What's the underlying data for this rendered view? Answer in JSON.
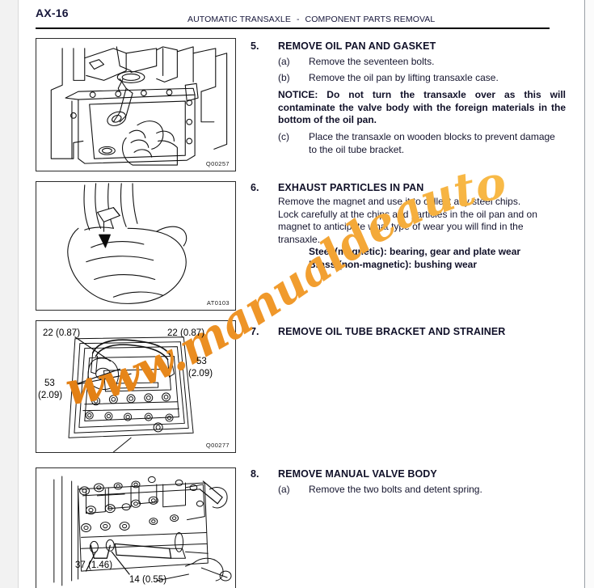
{
  "header": {
    "page_number": "AX-16",
    "title_left": "AUTOMATIC TRANSAXLE",
    "title_sep": "-",
    "title_right": "COMPONENT PARTS REMOVAL"
  },
  "watermark": {
    "text": "www.manualdeautos.com",
    "color_start": "#E07B10",
    "color_end": "#F7B733"
  },
  "figures": [
    {
      "id": "Q00257",
      "caption_id": "Q00257",
      "description": "Technician hand using a tool to separate the oil pan from the transaxle case"
    },
    {
      "id": "AT0103",
      "caption_id": "AT0103",
      "description": "Open hand holding a magnet with collected steel chips"
    },
    {
      "id": "Q00277",
      "caption_id": "Q00277",
      "description": "Oil tube bracket and strainer inside the valve body with bolt length callouts",
      "callouts": [
        "22 (0.87)",
        "22 (0.87)",
        "53\n(2.09)",
        "53\n(2.09)"
      ]
    },
    {
      "id": "",
      "caption_id": "",
      "description": "Manual valve body with detent spring and bolt length callouts",
      "callouts": [
        "37 (1.46)",
        "14 (0.55)"
      ]
    }
  ],
  "callouts": {
    "fig3_top_left": "22 (0.87)",
    "fig3_top_right": "22 (0.87)",
    "fig3_right_l1": "53",
    "fig3_right_l2": "(2.09)",
    "fig3_left_l1": "53",
    "fig3_left_l2": "(2.09)",
    "fig4_left": "37 (1.46)",
    "fig4_right": "14 (0.55)"
  },
  "steps": [
    {
      "number": "5.",
      "title": "REMOVE OIL PAN AND GASKET",
      "items": [
        {
          "label": "(a)",
          "text": "Remove the seventeen bolts."
        },
        {
          "label": "(b)",
          "text": "Remove the oil pan by lifting transaxle case."
        }
      ],
      "notice": "NOTICE: Do not turn the transaxle over as this will contaminate the valve body with the foreign materials in the bottom of the oil pan.",
      "items_after": [
        {
          "label": "(c)",
          "text": "Place the transaxle on wooden blocks to prevent damage to the oil tube bracket."
        }
      ]
    },
    {
      "number": "6.",
      "title": "EXHAUST PARTICLES IN PAN",
      "paragraph1": "Remove the magnet and use it to collect any steel chips.",
      "paragraph2": "Lock carefully at the chips and particles in the oil pan and on magnet to anticipate what type of wear you will find in the transaxle.",
      "wear1": "Steel (magnetic): bearing, gear and plate wear",
      "wear2": "Brass (non-magnetic): bushing wear"
    },
    {
      "number": "7.",
      "title": "REMOVE OIL TUBE BRACKET AND STRAINER"
    },
    {
      "number": "8.",
      "title": "REMOVE MANUAL VALVE BODY",
      "items": [
        {
          "label": "(a)",
          "text": "Remove the two bolts and detent spring."
        }
      ]
    }
  ]
}
